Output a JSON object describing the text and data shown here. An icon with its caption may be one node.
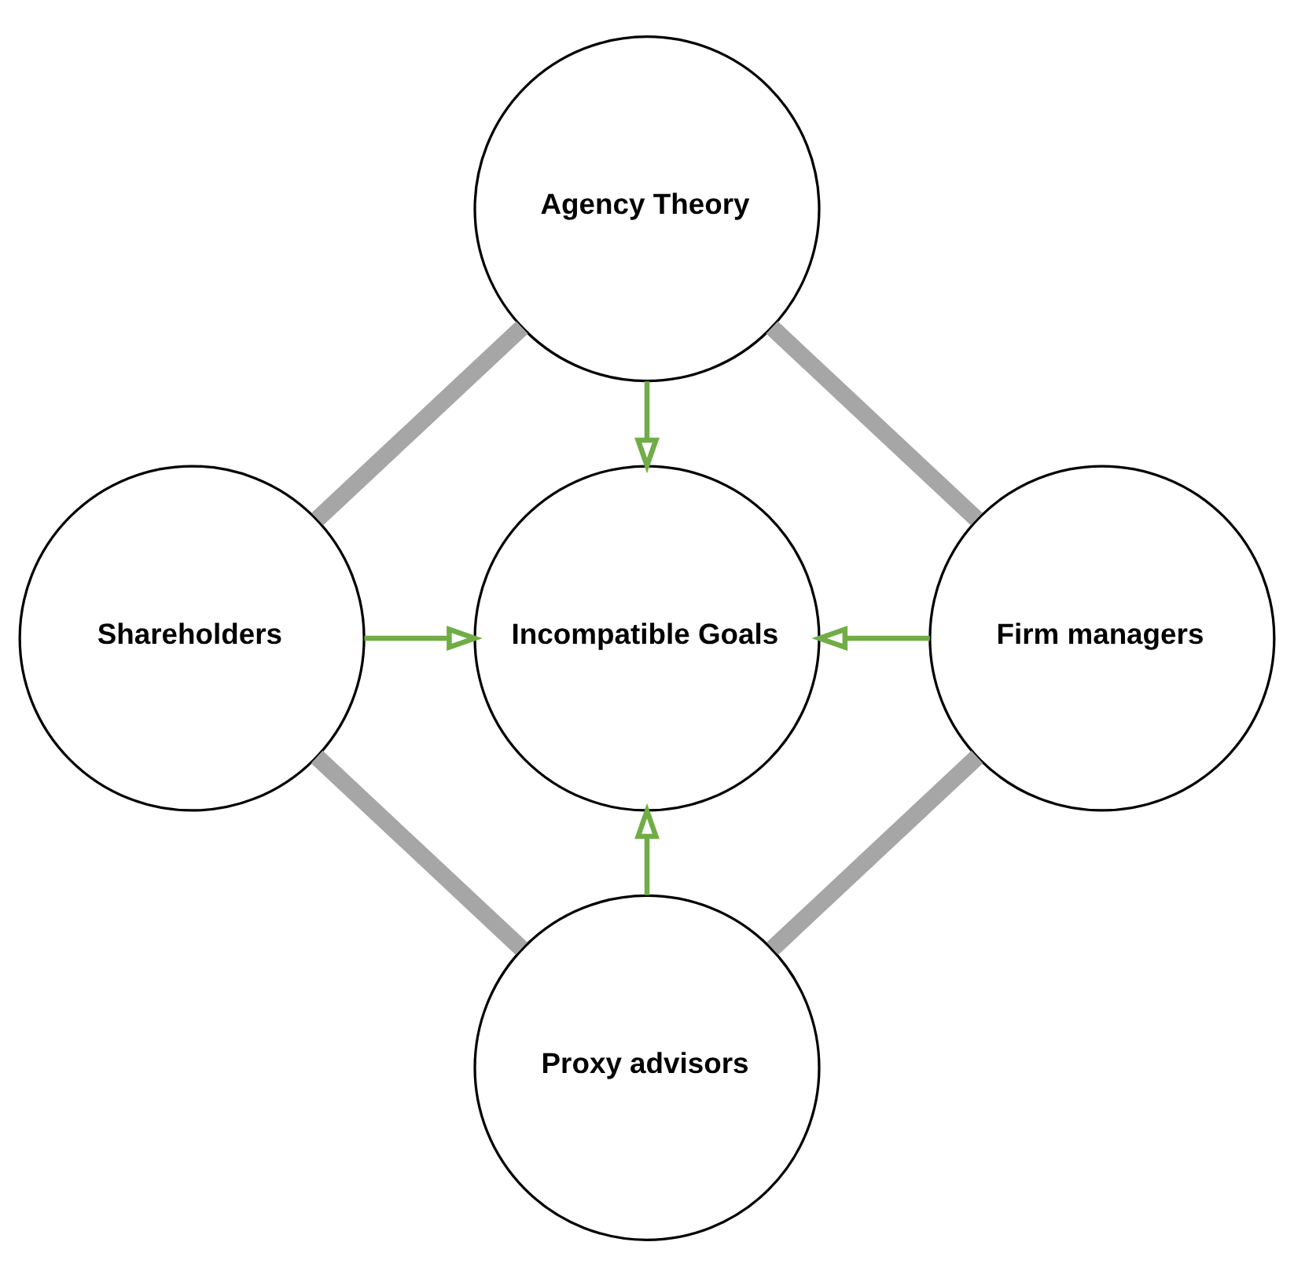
{
  "diagram": {
    "nodes": [
      {
        "text": [
          "Agency Theory"
        ]
      },
      {
        "text": [
          "Shareholders"
        ]
      },
      {
        "text": [
          "Incompatible Goals"
        ]
      },
      {
        "text": [
          "Firm managers"
        ]
      },
      {
        "text": [
          "Proxy advisors"
        ]
      }
    ],
    "edges": [
      {
        "from": 0,
        "to": 2,
        "arrow": "to",
        "color": "#70ad47"
      },
      {
        "from": 1,
        "to": 2,
        "arrow": "to",
        "color": "#70ad47"
      },
      {
        "from": 3,
        "to": 2,
        "arrow": "to",
        "color": "#70ad47"
      },
      {
        "from": 4,
        "to": 2,
        "arrow": "to",
        "color": "#70ad47"
      },
      {
        "from": 0,
        "to": 3,
        "arrow": "none",
        "style": "thick",
        "color": "#a6a6a6"
      },
      {
        "from": 3,
        "to": 4,
        "arrow": "none",
        "style": "thick",
        "color": "#a6a6a6"
      },
      {
        "from": 4,
        "to": 1,
        "arrow": "none",
        "style": "thick",
        "color": "#a6a6a6"
      },
      {
        "from": 1,
        "to": 0,
        "arrow": "none",
        "style": "thick",
        "color": "#a6a6a6"
      }
    ]
  }
}
